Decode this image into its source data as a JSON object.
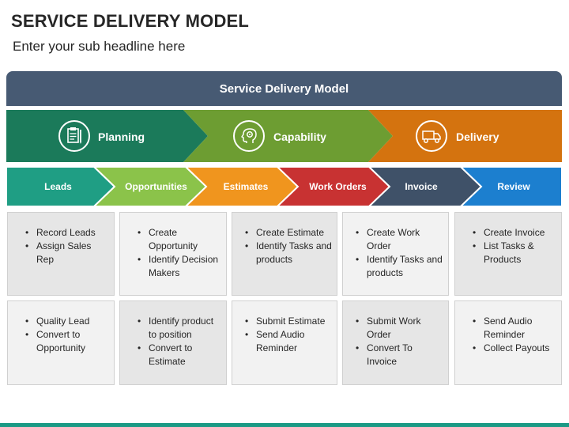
{
  "title": "SERVICE DELIVERY MODEL",
  "subtitle": "Enter your sub headline here",
  "banner": "Service Delivery Model",
  "phases": [
    {
      "label": "Planning",
      "icon": "clipboard-icon",
      "color": "#1b7a5a"
    },
    {
      "label": "Capability",
      "icon": "gear-head-icon",
      "color": "#6d9d32"
    },
    {
      "label": "Delivery",
      "icon": "truck-icon",
      "color": "#d4730f"
    }
  ],
  "steps": [
    {
      "label": "Leads",
      "color": "#1f9e84"
    },
    {
      "label": "Opportunities",
      "color": "#8bc34a"
    },
    {
      "label": "Estimates",
      "color": "#f0951e"
    },
    {
      "label": "Work Orders",
      "color": "#c83232"
    },
    {
      "label": "Invoice",
      "color": "#3f5168"
    },
    {
      "label": "Review",
      "color": "#1c7fcf"
    }
  ],
  "rows": [
    [
      [
        "Record Leads",
        "Assign Sales Rep"
      ],
      [
        "Create Opportunity",
        "Identify Decision Makers"
      ],
      [
        "Create Estimate",
        "Identify Tasks and products"
      ],
      [
        "Create Work Order",
        "Identify Tasks and products"
      ],
      [
        "Create Invoice",
        "List Tasks & Products"
      ]
    ],
    [
      [
        "Quality Lead",
        "Convert to Opportunity"
      ],
      [
        "Identify product to position",
        "Convert to Estimate"
      ],
      [
        "Submit Estimate",
        "Send Audio Reminder"
      ],
      [
        "Submit Work Order",
        "Convert To Invoice"
      ],
      [
        "Send Audio Reminder",
        "Collect Payouts"
      ]
    ]
  ]
}
